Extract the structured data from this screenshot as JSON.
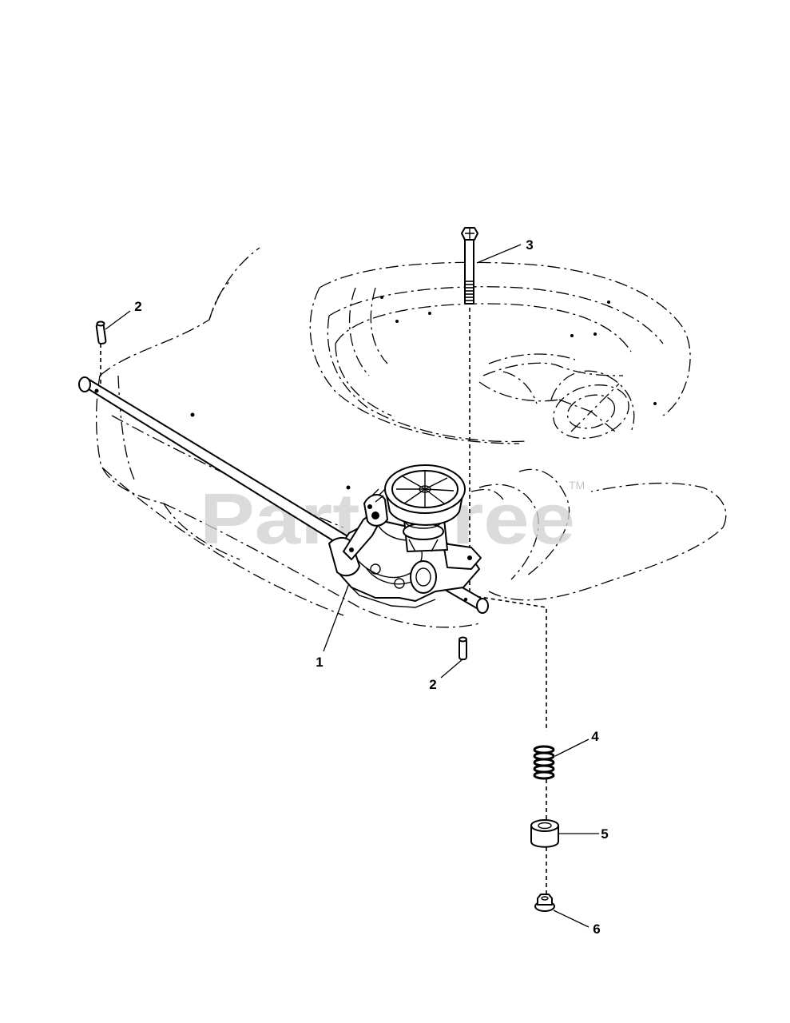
{
  "watermark": {
    "text": "PartsTree",
    "trademark": "TM"
  },
  "callouts": [
    {
      "id": "c1",
      "label": "1"
    },
    {
      "id": "c2a",
      "label": "2"
    },
    {
      "id": "c2b",
      "label": "2"
    },
    {
      "id": "c3",
      "label": "3"
    },
    {
      "id": "c4",
      "label": "4"
    },
    {
      "id": "c5",
      "label": "5"
    },
    {
      "id": "c6",
      "label": "6"
    }
  ]
}
